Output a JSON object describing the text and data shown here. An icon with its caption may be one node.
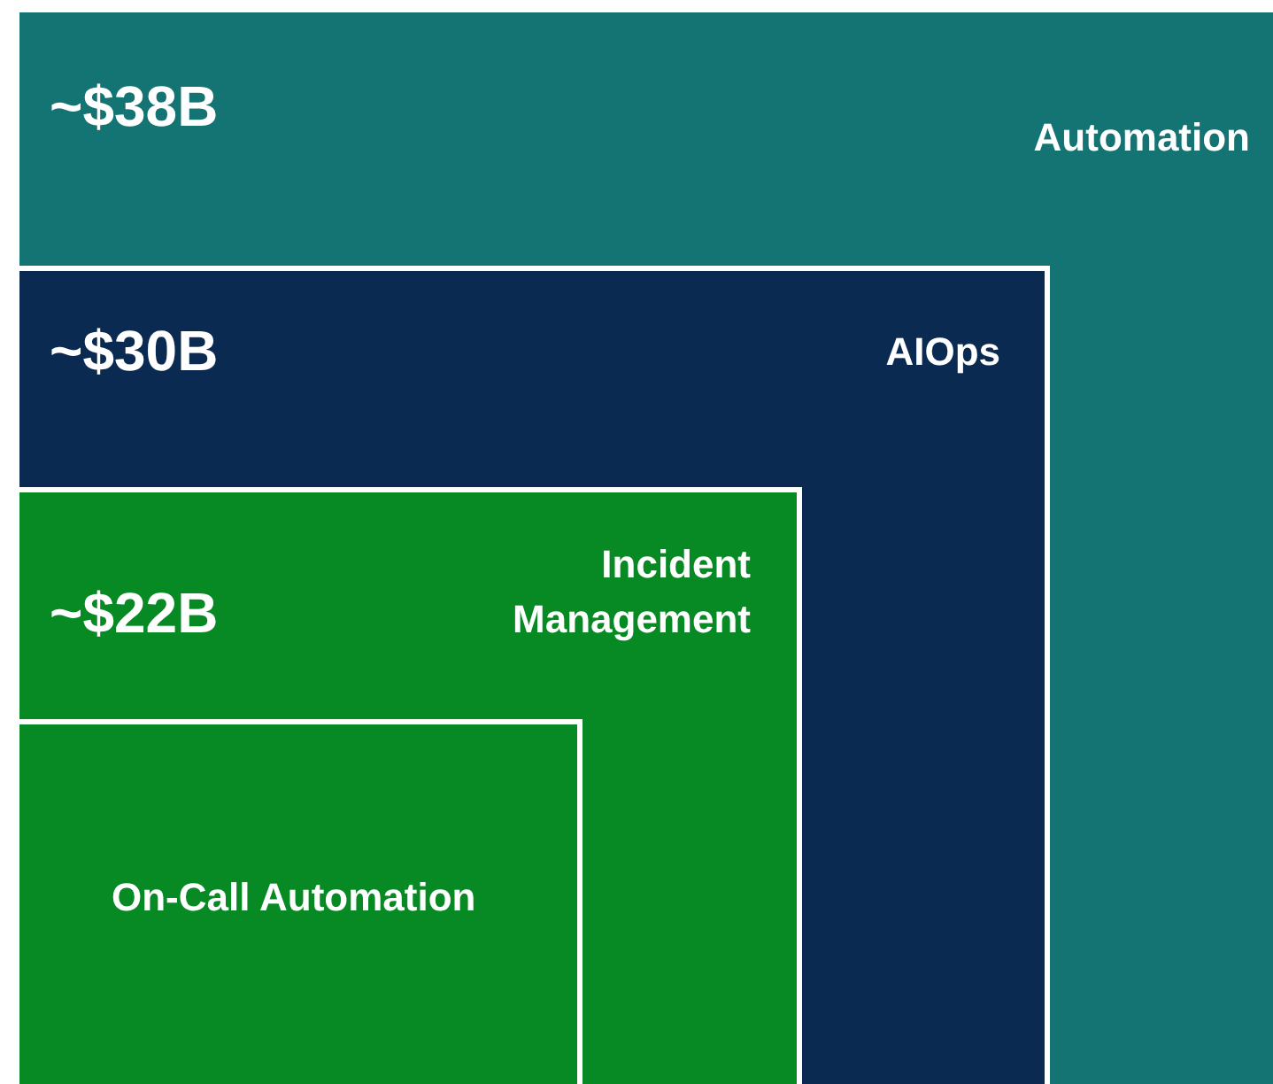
{
  "diagram": {
    "nodes": [
      {
        "text": [
          "~$38B",
          "Automation"
        ]
      },
      {
        "text": [
          "~$30B",
          "AIOps"
        ],
        "in": 0
      },
      {
        "text": [
          "~$22B",
          "Incident Management"
        ],
        "in": 1
      },
      {
        "text": [
          "On-Call Automation"
        ],
        "in": 2
      }
    ]
  }
}
